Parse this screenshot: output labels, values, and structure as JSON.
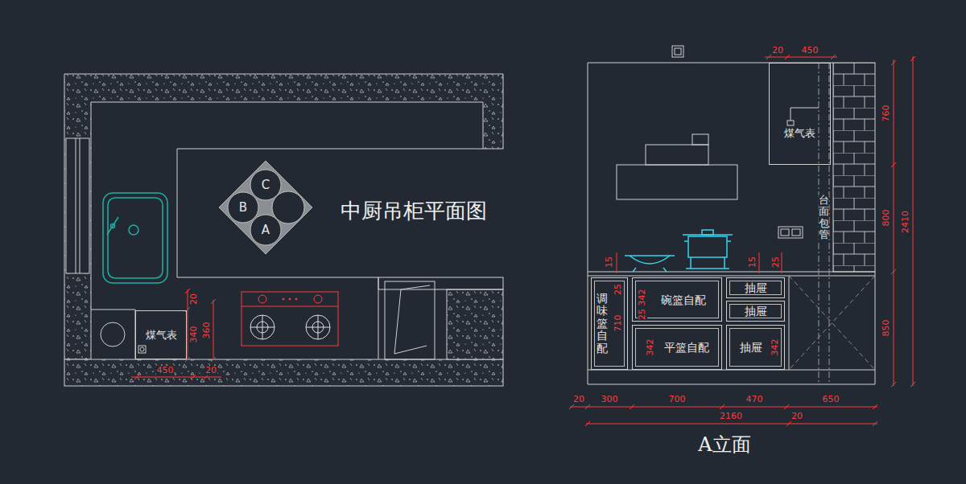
{
  "diagram": {
    "title": "中厨吊柜平面图",
    "caption": "A立面",
    "nodes": [
      {
        "text": [
          "C"
        ]
      },
      {
        "text": [
          "B"
        ]
      },
      {
        "text": [
          "A"
        ]
      },
      {
        "text": [
          "煤气表"
        ]
      },
      {
        "text": [
          "煤气表"
        ]
      },
      {
        "text": [
          "调味篮自配"
        ]
      },
      {
        "text": [
          "碗篮自配"
        ]
      },
      {
        "text": [
          "抽屉"
        ]
      },
      {
        "text": [
          "抽屉"
        ]
      },
      {
        "text": [
          "平篮自配"
        ]
      },
      {
        "text": [
          "抽屉"
        ]
      }
    ],
    "labels": [
      "20",
      "340",
      "360",
      "450",
      "20",
      "20",
      "450",
      "台面包管",
      "760",
      "800",
      "850",
      "2410",
      "15",
      "15",
      "25",
      "25",
      "710",
      "342",
      "25",
      "342",
      "342",
      "20",
      "300",
      "700",
      "470",
      "650",
      "2160",
      "20"
    ]
  }
}
